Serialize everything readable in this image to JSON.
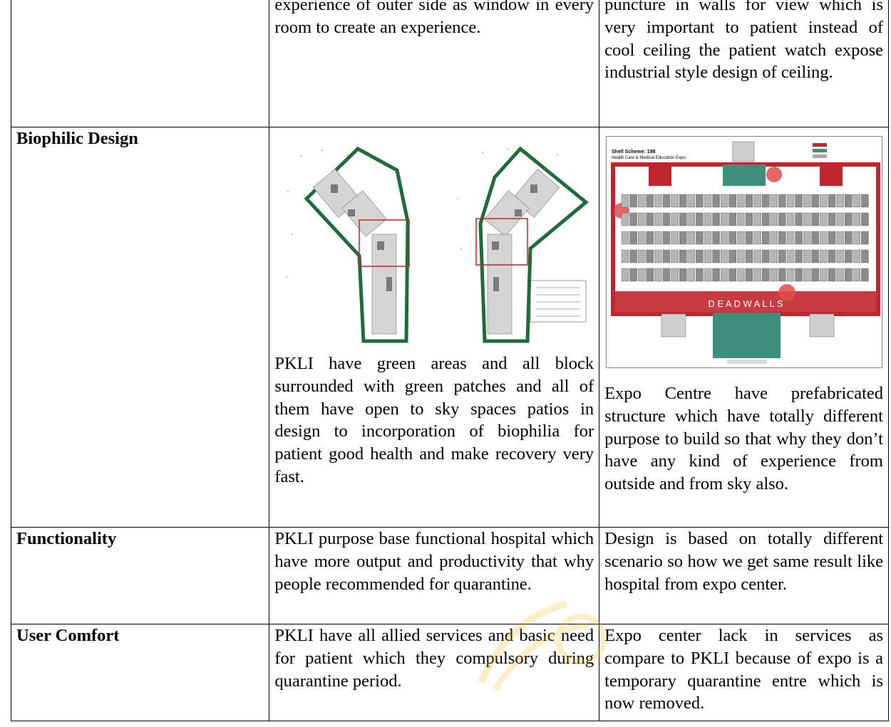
{
  "rows": [
    {
      "criterion": "",
      "pkli": "experience of outer side as window in every room to create an experience.",
      "expo": "puncture in walls for view which is very important to patient instead of cool ceiling the patient watch expose industrial style design of ceiling."
    },
    {
      "criterion": "Biophilic Design",
      "pkli": "PKLI have green areas and all block surrounded with green patches and all of them have open to sky spaces patios in design to incorporation of biophilia for patient good health and make recovery very fast.",
      "expo": "Expo Centre have prefabricated structure which have totally different purpose to build so that why they don’t have any kind of experience from outside and from sky also."
    },
    {
      "criterion": "Functionality",
      "pkli": "PKLI purpose base functional hospital which have more output and productivity that why people recommended for quarantine.",
      "expo": "Design is based on totally different scenario so how we get same result like hospital from expo center."
    },
    {
      "criterion": "User Comfort",
      "pkli": "PKLI have all allied services and basic need for patient which they compulsory during quarantine period.",
      "expo": "Expo center lack in services as compare to PKLI because of expo is a temporary quarantine entre which is now removed."
    }
  ],
  "expo_figure": {
    "scheme": "Shell Scheme: 198",
    "subtitle": "Health Care & Medical Education Expo",
    "dead_walls": "D E A D    W A L L S"
  },
  "colors": {
    "green_outline": "#1f6b3a",
    "red_wall": "#c0272d",
    "teal_block": "#3f8d7b",
    "watermark": "#e8b400"
  }
}
